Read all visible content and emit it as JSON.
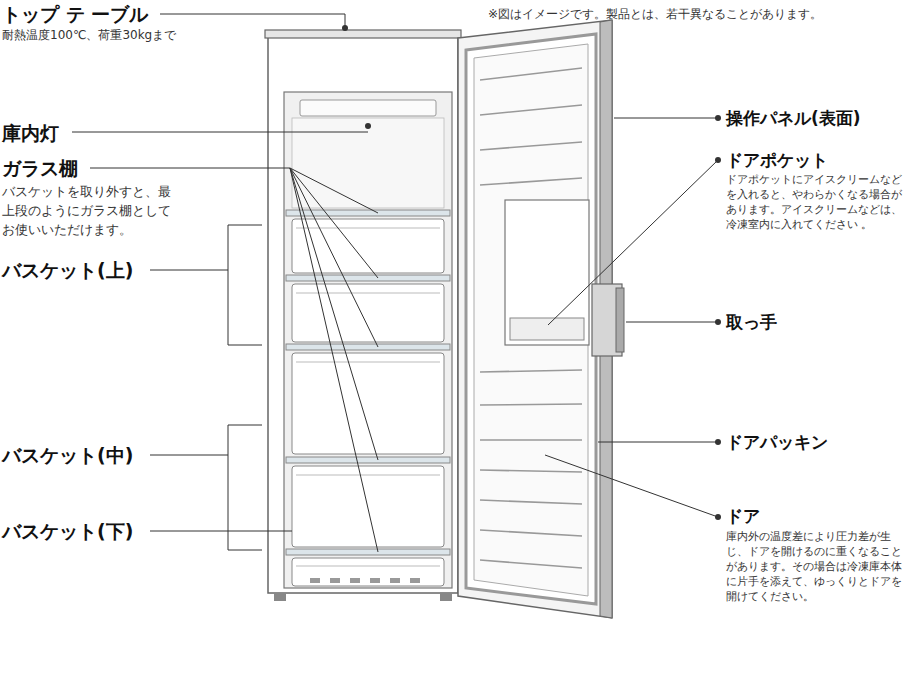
{
  "diagram": {
    "labels": [
      "※図はイメージです。製品とは、若干異なることがあります。",
      "トップ テ ーブル",
      "耐熱温度100℃、荷重30kgまで",
      "庫内灯",
      "ガラス棚",
      "バスケットを取り外すと、最上段のようにガラス棚としてお使いいただけます。",
      "バスケット(上)",
      "バスケット(中)",
      "バスケット(下)",
      "操作パネル(表面)",
      "ドアポケット",
      "ドアポケットにアイスクリームなどを入れると、やわらかくなる場合が あります。アイスクリームなどは、冷凍室内に入れてください 。",
      "取っ手",
      "ドアパッキン",
      "ドア",
      "庫内外の温度差により圧力差が生じ、ドアを開けるのに重くなることがあります。その場合は冷凍庫本体に片手を添えて、ゆっくりとドアを開けてください。"
    ]
  }
}
